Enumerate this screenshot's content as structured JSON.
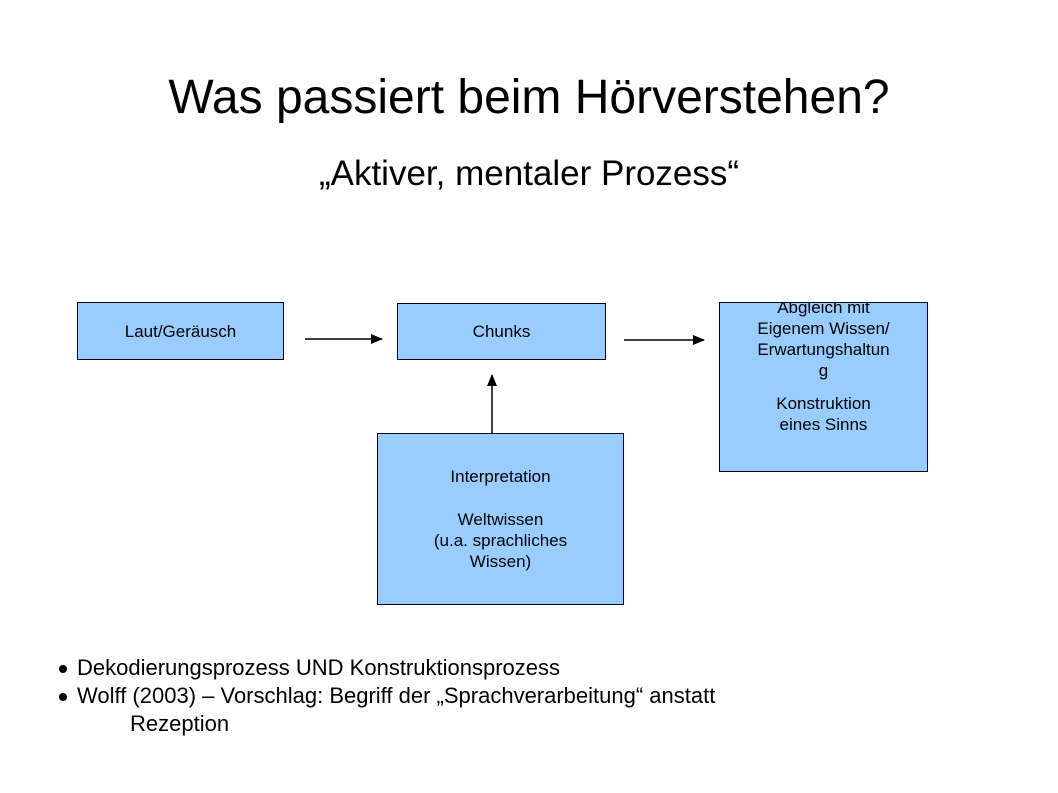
{
  "title": "Was passiert beim Hörverstehen?",
  "subtitle": "„Aktiver, mentaler Prozess“",
  "diagram": {
    "box_color": "#99ccff",
    "laut": "Laut/Geräusch",
    "chunks": "Chunks",
    "abgleich": {
      "line1": "Abgleich mit",
      "line2": "Eigenem Wissen/",
      "line3": "Erwartungshaltun",
      "line4": "g",
      "line5": "Konstruktion",
      "line6": "eines Sinns"
    },
    "interpretation": {
      "line1": "Interpretation",
      "line2": "Weltwissen",
      "line3": "(u.a. sprachliches",
      "line4": "Wissen)"
    }
  },
  "bullets": [
    {
      "text": "Dekodierungsprozess UND Konstruktionsprozess"
    },
    {
      "text": "Wolff (2003) – Vorschlag: Begriff der „Sprachverarbeitung“ anstatt",
      "continuation": "Rezeption"
    }
  ]
}
